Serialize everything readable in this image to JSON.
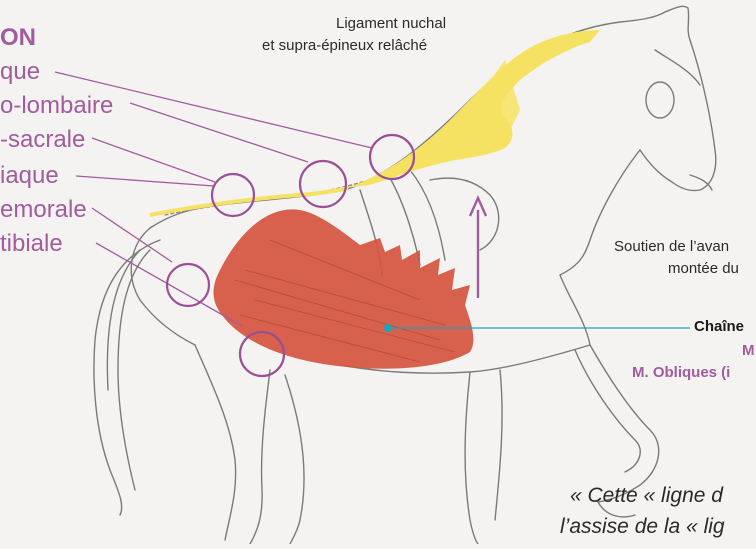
{
  "left_labels": {
    "title_fragment": "ON",
    "items": [
      "que",
      "o-lombaire",
      "-sacrale",
      "iaque",
      "emorale",
      "tibiale"
    ]
  },
  "ligament_label": [
    "Ligament nuchal",
    "et supra-épineux relâché"
  ],
  "forehand_label": [
    "Soutien de l’avan",
    "montée du"
  ],
  "chain_label": {
    "title": "Chaîne",
    "line2": "M",
    "line3": "M. Obliques (i"
  },
  "quote": [
    "« Cette « ligne d",
    "l’assise de la « lig"
  ],
  "colors": {
    "accent_purple": "#a25c9e",
    "ligament_yellow": "#f6e262",
    "muscle_red": "#d4553f",
    "pointer_cyan": "#1aa5bd",
    "sketch_gray": "#6e6e6e"
  },
  "icons": [
    "joint-circle",
    "upward-arrow"
  ]
}
